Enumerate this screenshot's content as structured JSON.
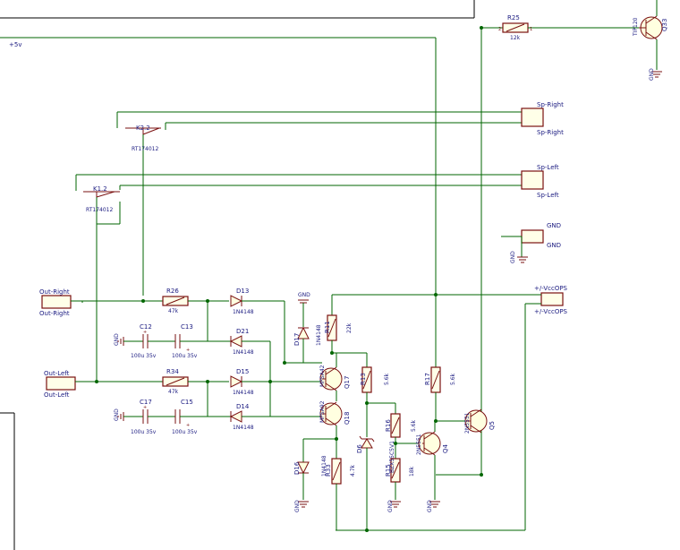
{
  "power": {
    "vcc": "+5v",
    "gnd": "GND"
  },
  "connectors": {
    "out_right": {
      "top": "Out-Right",
      "bottom": "Out-Right"
    },
    "out_left": {
      "top": "Out-Left",
      "bottom": "Out-Left"
    },
    "sp_right": {
      "top": "Sp-Right",
      "bottom": "Sp-Right"
    },
    "sp_left": {
      "top": "Sp-Left",
      "bottom": "Sp-Left"
    },
    "gnd_conn": {
      "top": "GND",
      "bottom": "GND"
    },
    "vccops": {
      "top": "+/-VccOPS",
      "bottom": "+/-VccOPS"
    }
  },
  "relays": {
    "k22": {
      "ref": "K2.2",
      "value": "RT174012"
    },
    "k12": {
      "ref": "K1.2",
      "value": "RT174012"
    }
  },
  "resistors": {
    "r25": {
      "ref": "R25",
      "value": "12k"
    },
    "r26": {
      "ref": "R26",
      "value": "47k"
    },
    "r34": {
      "ref": "R34",
      "value": "47k"
    },
    "r11": {
      "ref": "R11",
      "value": "22k"
    },
    "r13": {
      "ref": "R13",
      "value": "5.6k"
    },
    "r17": {
      "ref": "R17",
      "value": "5.6k"
    },
    "r16": {
      "ref": "R16",
      "value": "5.6k"
    },
    "r15": {
      "ref": "R15",
      "value": "18k"
    },
    "r33": {
      "ref": "R33",
      "value": "4.7k"
    }
  },
  "capacitors": {
    "c12": {
      "ref": "C12",
      "value": "100u 35v"
    },
    "c13": {
      "ref": "C13",
      "value": "100u 35v"
    },
    "c17": {
      "ref": "C17",
      "value": "100u 35v"
    },
    "c15": {
      "ref": "C15",
      "value": "100u 35v"
    }
  },
  "diodes": {
    "d13": {
      "ref": "D13",
      "value": "1N4148"
    },
    "d21": {
      "ref": "D21",
      "value": "1N4148"
    },
    "d15": {
      "ref": "D15",
      "value": "1N4148"
    },
    "d14": {
      "ref": "D14",
      "value": "1N4148"
    },
    "d17": {
      "ref": "D17",
      "value": "1N4148"
    },
    "d16": {
      "ref": "D16",
      "value": "1N4148"
    },
    "d6": {
      "ref": "D6",
      "value": "BZX55C5V1"
    }
  },
  "transistors": {
    "q33": {
      "ref": "Q33",
      "value": "TIP120"
    },
    "q17": {
      "ref": "Q17",
      "value": "MPSA42"
    },
    "q18": {
      "ref": "Q18",
      "value": "MPSA92"
    },
    "q4": {
      "ref": "Q4",
      "value": "2N5551"
    },
    "q5": {
      "ref": "Q5",
      "value": "2N5551"
    }
  },
  "colors": {
    "wire": "#006600",
    "part": "#7a1010",
    "text": "#1a1a80",
    "background": "#ffffff"
  }
}
